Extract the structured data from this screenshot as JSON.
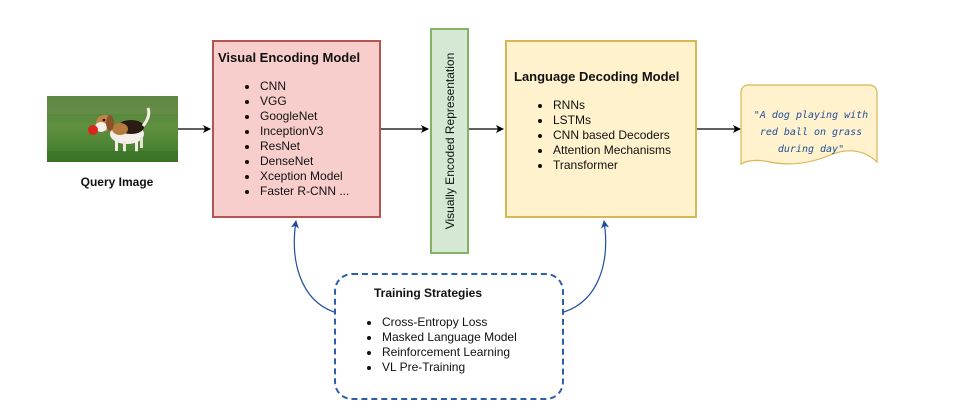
{
  "query": {
    "label": "Query Image",
    "image_description": "beagle-puppy-with-red-ball-photo"
  },
  "encoder": {
    "title": "Visual Encoding Model",
    "items": [
      "CNN",
      "VGG",
      "GoogleNet",
      "InceptionV3",
      "ResNet",
      "DenseNet",
      "Xception Model",
      "Faster R-CNN ..."
    ]
  },
  "representation": {
    "label": "Visually Encoded Representation"
  },
  "decoder": {
    "title": "Language Decoding Model",
    "items": [
      "RNNs",
      "LSTMs",
      "CNN based Decoders",
      "Attention Mechanisms",
      "Transformer"
    ]
  },
  "output": {
    "lines": [
      "\"A dog playing with",
      "red ball on grass",
      "during day\""
    ]
  },
  "training": {
    "title": "Training Strategies",
    "items": [
      "Cross-Entropy Loss",
      "Masked Language Model",
      "Reinforcement Learning",
      "VL Pre-Training"
    ]
  },
  "colors": {
    "encoder_fill": "#f8cecc",
    "encoder_stroke": "#b85450",
    "representation_fill": "#d5e8d4",
    "representation_stroke": "#82b366",
    "decoder_fill": "#fff2cc",
    "decoder_stroke": "#d6b656",
    "training_stroke": "#2c5faa",
    "caption_text": "#1f4e9c"
  }
}
